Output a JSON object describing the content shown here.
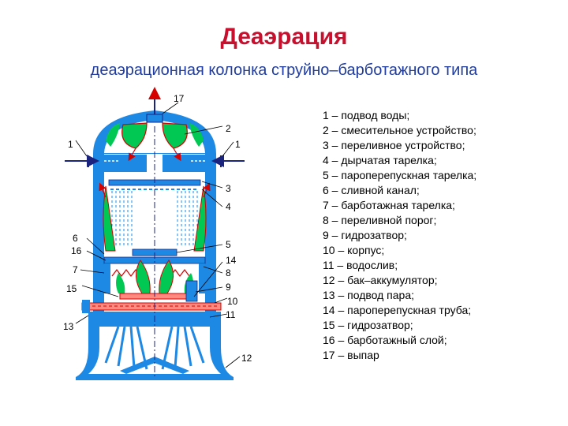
{
  "title": "Деаэрация",
  "subtitle": "деаэрационная колонка струйно–барботажного типа",
  "labels": {
    "l1a": "1",
    "l1b": "1",
    "l2": "2",
    "l3": "3",
    "l4": "4",
    "l5": "5",
    "l6": "6",
    "l7": "7",
    "l8": "8",
    "l9": "9",
    "l10": "10",
    "l11": "11",
    "l12": "12",
    "l13": "13",
    "l14": "14",
    "l15": "15",
    "l16": "16",
    "l17": "17"
  },
  "legend": [
    "1 – подвод воды;",
    "2 – смесительное устройство;",
    "3 – переливное устройство;",
    "4 – дырчатая тарелка;",
    "5 – пароперепускная тарелка;",
    "6 – сливной канал;",
    "7 – барботажная тарелка;",
    "8 – переливной порог;",
    "9 – гидрозатвор;",
    "10 – корпус;",
    "11 – водослив;",
    "12 – бак–аккумулятор;",
    "13 – подвод пара;",
    "14 – пароперепускная труба;",
    "15 – гидрозатвор;",
    "16 – барботажный слой;",
    "17 – выпар"
  ],
  "colors": {
    "title": "#c8102e",
    "subtitle": "#1f3c9e",
    "water": "#1e88e5",
    "steam": "#00c853",
    "steam_edge": "#d50000",
    "arrow": "#d50000",
    "pipe": "#1a237e"
  }
}
